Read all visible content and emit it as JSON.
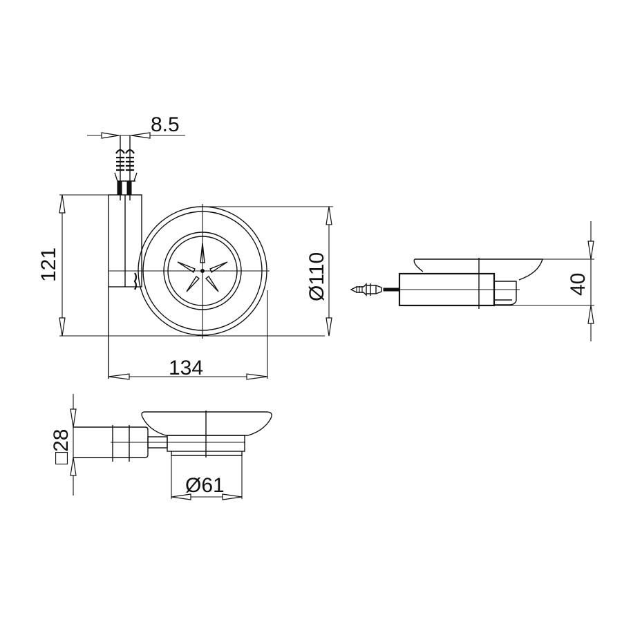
{
  "drawing": {
    "type": "technical-dimension-drawing",
    "subject": "wall-mounted soap dish",
    "line_color": "#111111",
    "background": "#ffffff"
  },
  "views": {
    "front": {
      "dims": {
        "screw_spacing": "8.5",
        "height": "121",
        "diameter": "Ø110",
        "width": "134"
      }
    },
    "side": {
      "dims": {
        "depth": "40"
      }
    },
    "top": {
      "dims": {
        "square_base": "□28",
        "holder_diameter": "Ø61"
      }
    }
  }
}
